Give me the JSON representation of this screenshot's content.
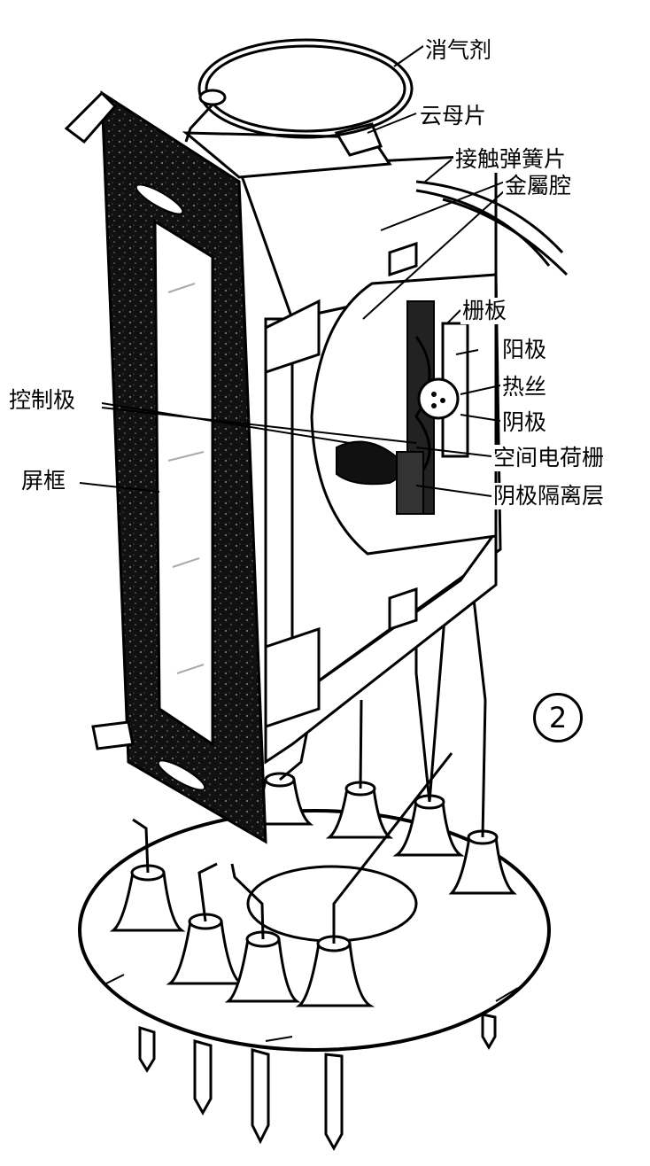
{
  "figure_number": "2",
  "labels": {
    "getter": "消气剂",
    "mica": "云母片",
    "contact_spring": "接触弹簧片",
    "metal_cavity": "金屬腔",
    "grid_plate": "栅板",
    "anode": "阳极",
    "filament": "热丝",
    "cathode": "阴极",
    "control_plate": "控制极",
    "screen_frame": "屏框",
    "space_charge_grid": "空间电荷栅",
    "cathode_insulation": "阴极隔离层"
  }
}
